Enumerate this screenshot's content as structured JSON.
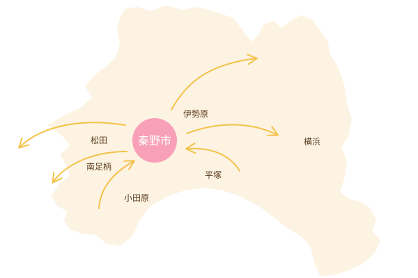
{
  "colors": {
    "land": "#fdf3e2",
    "arrow": "#f3c24a",
    "center_circle": "#f7a0b8",
    "center_text": "#ffffff",
    "label_text": "#5a3b1f"
  },
  "center": {
    "name": "秦野市"
  },
  "destinations": [
    {
      "id": "isehara",
      "name": "伊勢原"
    },
    {
      "id": "yokohama",
      "name": "横浜"
    },
    {
      "id": "matsuda",
      "name": "松田"
    },
    {
      "id": "minamiashigara",
      "name": "南足柄"
    },
    {
      "id": "odawara",
      "name": "小田原"
    },
    {
      "id": "hiratsuka",
      "name": "平塚"
    }
  ]
}
